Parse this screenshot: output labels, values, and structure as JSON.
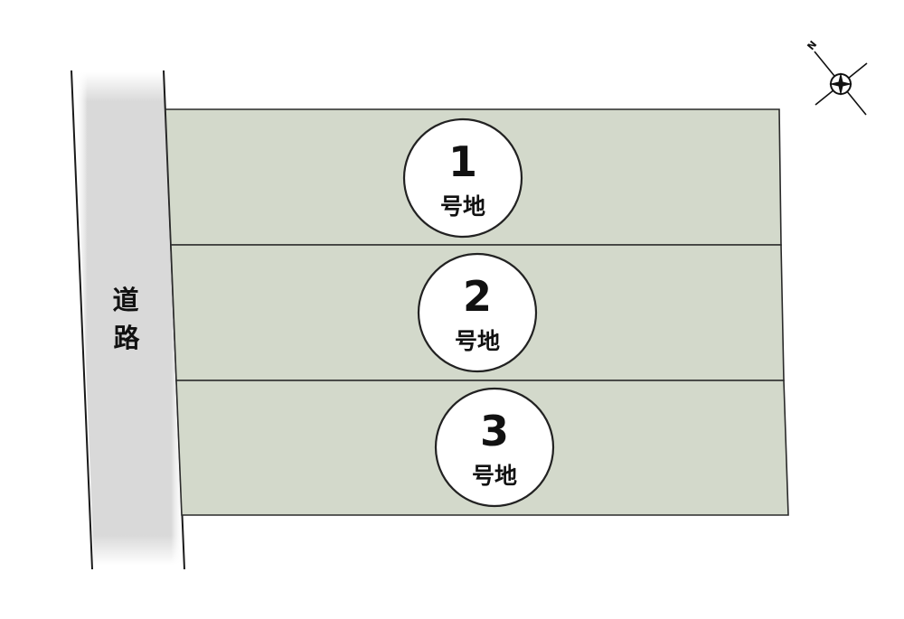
{
  "road": {
    "label": "道路",
    "fill_color": "#d9d9d9"
  },
  "lots": [
    {
      "number": "1",
      "suffix": "号地"
    },
    {
      "number": "2",
      "suffix": "号地"
    },
    {
      "number": "3",
      "suffix": "号地"
    }
  ],
  "compass": {
    "north_label": "N",
    "icon": "compass-rose-icon"
  },
  "colors": {
    "lot_fill": "#d3d9cb",
    "outline": "#2a2a2a"
  }
}
